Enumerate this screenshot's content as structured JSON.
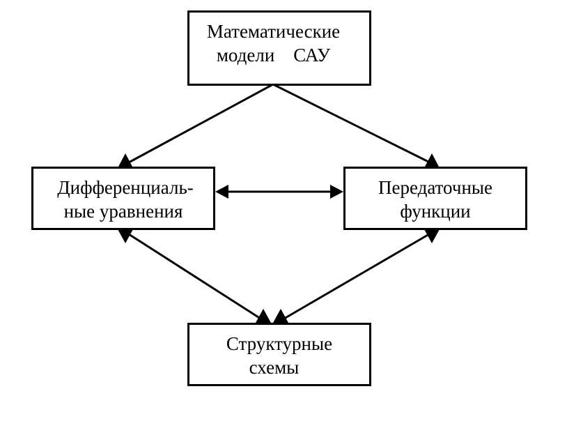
{
  "nodes": {
    "math_models": {
      "lines": [
        "Математические",
        "модели    САУ"
      ]
    },
    "differential": {
      "lines": [
        "Дифференциаль-",
        "ные уравнения"
      ]
    },
    "transfer": {
      "lines": [
        "Передаточные",
        "функции"
      ]
    },
    "structural": {
      "lines": [
        "Структурные",
        "схемы"
      ]
    }
  },
  "edges": [
    {
      "from": "math_models",
      "to": "differential",
      "direction": "forward"
    },
    {
      "from": "math_models",
      "to": "transfer",
      "direction": "forward"
    },
    {
      "from": "differential",
      "to": "transfer",
      "direction": "both"
    },
    {
      "from": "differential",
      "to": "structural",
      "direction": "both"
    },
    {
      "from": "transfer",
      "to": "structural",
      "direction": "both"
    }
  ],
  "colors": {
    "stroke": "#000000",
    "background": "#ffffff"
  }
}
